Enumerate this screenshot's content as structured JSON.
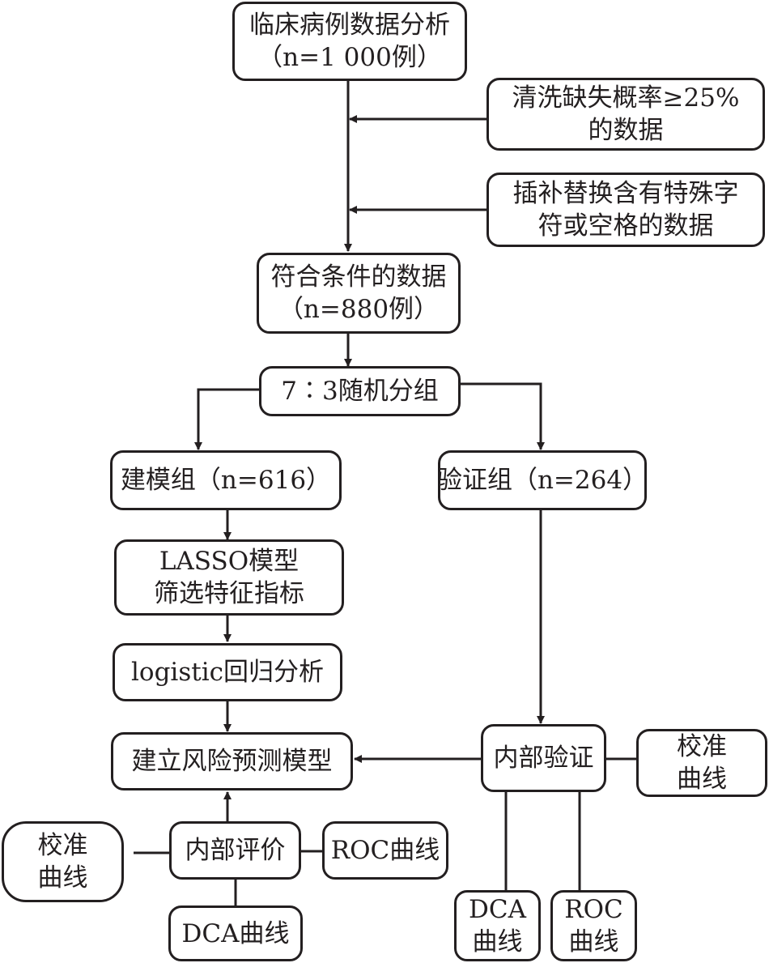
{
  "diagram": {
    "nodes": {
      "clinical_data": {
        "line1": "临床病例数据分析",
        "line2": "（n=1 000例）"
      },
      "clean_missing": {
        "line1": "清洗缺失概率≥25%",
        "line2": "的数据"
      },
      "impute_replace": {
        "line1": "插补替换含有特殊字",
        "line2": "符或空格的数据"
      },
      "eligible_data": {
        "line1": "符合条件的数据",
        "line2": "（n=880例）"
      },
      "random_split": {
        "line1": "7∶3随机分组"
      },
      "training_group": {
        "line1": "建模组（n=616）"
      },
      "validation_group": {
        "line1": "验证组（n=264）"
      },
      "lasso": {
        "line1": "LASSO模型",
        "line2": "筛选特征指标"
      },
      "logistic": {
        "line1": "logistic回归分析"
      },
      "risk_model": {
        "line1": "建立风险预测模型"
      },
      "internal_validation": {
        "line1": "内部验证"
      },
      "val_calibration": {
        "line1": "校准",
        "line2": "曲线"
      },
      "internal_evaluation": {
        "line1": "内部评价"
      },
      "eval_calibration": {
        "line1": "校准",
        "line2": "曲线"
      },
      "eval_roc": {
        "line1": "ROC曲线"
      },
      "eval_dca": {
        "line1": "DCA曲线"
      },
      "val_dca": {
        "line1": "DCA",
        "line2": "曲线"
      },
      "val_roc": {
        "line1": "ROC",
        "line2": "曲线"
      }
    },
    "edges": [
      {
        "from": "clinical_data",
        "to": "eligible_data",
        "arrow": true
      },
      {
        "from": "clean_missing",
        "to": "clinical_data-eligible_data",
        "arrow": true
      },
      {
        "from": "impute_replace",
        "to": "clinical_data-eligible_data",
        "arrow": true
      },
      {
        "from": "eligible_data",
        "to": "random_split",
        "arrow": true
      },
      {
        "from": "random_split",
        "to": "training_group",
        "arrow": true
      },
      {
        "from": "random_split",
        "to": "validation_group",
        "arrow": true
      },
      {
        "from": "training_group",
        "to": "lasso",
        "arrow": true
      },
      {
        "from": "lasso",
        "to": "logistic",
        "arrow": true
      },
      {
        "from": "logistic",
        "to": "risk_model",
        "arrow": true
      },
      {
        "from": "validation_group",
        "to": "internal_validation",
        "arrow": true
      },
      {
        "from": "internal_validation",
        "to": "risk_model",
        "arrow": true
      },
      {
        "from": "internal_validation",
        "to": "val_calibration",
        "arrow": false
      },
      {
        "from": "internal_validation",
        "to": "val_dca",
        "arrow": false
      },
      {
        "from": "internal_validation",
        "to": "val_roc",
        "arrow": false
      },
      {
        "from": "internal_evaluation",
        "to": "risk_model",
        "arrow": true
      },
      {
        "from": "internal_evaluation",
        "to": "eval_calibration",
        "arrow": false
      },
      {
        "from": "internal_evaluation",
        "to": "eval_roc",
        "arrow": false
      },
      {
        "from": "internal_evaluation",
        "to": "eval_dca",
        "arrow": false
      }
    ],
    "colors": {
      "stroke": "#231f20",
      "background": "#ffffff"
    }
  }
}
